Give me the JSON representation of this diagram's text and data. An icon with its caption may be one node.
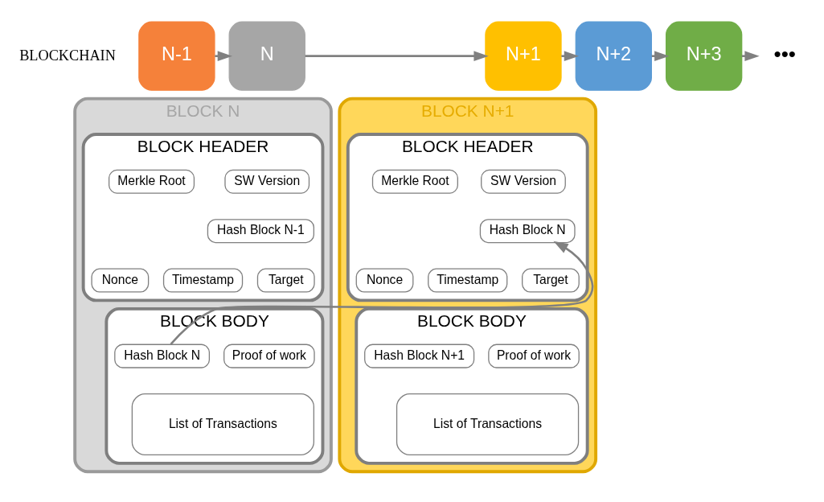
{
  "diagram": {
    "nodes": [
      {
        "text": [
          "N-1"
        ]
      },
      {
        "text": [
          "N"
        ]
      },
      {
        "text": [
          "N+1"
        ]
      },
      {
        "text": [
          "N+2"
        ]
      },
      {
        "text": [
          "N+3"
        ]
      },
      {
        "text": [
          "•••"
        ]
      },
      {
        "text": [
          "BLOCK N"
        ]
      },
      {
        "text": [
          "BLOCK HEADER"
        ],
        "in": 6
      },
      {
        "text": [
          "SW Version"
        ],
        "in": 7
      },
      {
        "text": [
          "Merkle Root"
        ],
        "in": 7
      },
      {
        "text": [
          "Hash Block N-1"
        ],
        "in": 7
      },
      {
        "text": [
          "Target"
        ],
        "in": 7
      },
      {
        "text": [
          "Timestamp"
        ],
        "in": 7
      },
      {
        "text": [
          "Nonce"
        ],
        "in": 7
      },
      {
        "text": [
          "BLOCK BODY"
        ],
        "in": 6
      },
      {
        "text": [
          "Proof of work"
        ],
        "in": 14
      },
      {
        "text": [
          "Hash Block N"
        ],
        "in": 14
      },
      {
        "text": [
          "List of Transactions"
        ],
        "in": 14
      },
      {
        "text": [
          "BLOCK N+1"
        ]
      },
      {
        "text": [
          "BLOCK HEADER"
        ],
        "in": 18
      },
      {
        "text": [
          "SW Version"
        ],
        "in": 19
      },
      {
        "text": [
          "Merkle Root"
        ],
        "in": 19
      },
      {
        "text": [
          "Hash Block N"
        ],
        "in": 19
      },
      {
        "text": [
          "Target"
        ],
        "in": 19
      },
      {
        "text": [
          "Timestamp"
        ],
        "in": 19
      },
      {
        "text": [
          "Nonce"
        ],
        "in": 19
      },
      {
        "text": [
          "BLOCK BODY"
        ],
        "in": 18
      },
      {
        "text": [
          "Proof of work"
        ],
        "in": 26
      },
      {
        "text": [
          "Hash Block N+1"
        ],
        "in": 26
      },
      {
        "text": [
          "List of Transactions"
        ],
        "in": 26
      }
    ],
    "edges": [
      {
        "from": 0,
        "to": 1,
        "arrow": "to"
      },
      {
        "from": 1,
        "to": 2,
        "arrow": "to"
      },
      {
        "from": 2,
        "to": 3,
        "arrow": "to"
      },
      {
        "from": 3,
        "to": 4,
        "arrow": "to"
      },
      {
        "from": 4,
        "to": 5,
        "arrow": "to"
      },
      {
        "from": 16,
        "to": 22,
        "arrow": "to"
      }
    ],
    "labels": [
      "BLOCKCHAIN"
    ]
  }
}
